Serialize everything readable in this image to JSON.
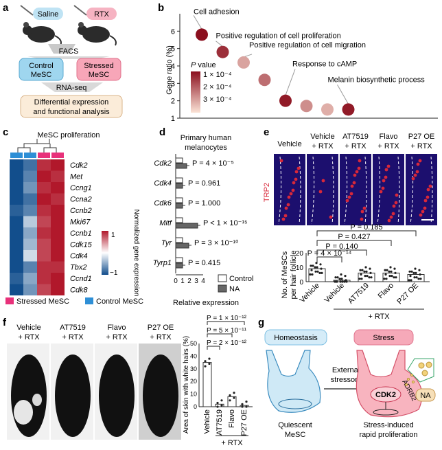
{
  "panels": {
    "a": "a",
    "b": "b",
    "c": "c",
    "d": "d",
    "e": "e",
    "f": "f",
    "g": "g"
  },
  "panel_a": {
    "saline": "Saline",
    "rtx": "RTX",
    "facs": "FACS",
    "control_l1": "Control",
    "control_l2": "MeSC",
    "stressed_l1": "Stressed",
    "stressed_l2": "MeSC",
    "rnaseq": "RNA-seq",
    "analysis_l1": "Differential expression",
    "analysis_l2": "and functional analysis",
    "colors": {
      "saline": "#bfe3f4",
      "rtx": "#f6b3c2",
      "control": "#9fd6ef",
      "stressed": "#f7a6b8",
      "analysis": "#fbecd9"
    }
  },
  "chart_data": [
    {
      "type": "scatter",
      "panel": "b",
      "ylabel": "Gene ratio (%)",
      "ylim": [
        1,
        7
      ],
      "yticks": [
        1,
        2,
        3,
        4,
        5,
        6
      ],
      "points": [
        {
          "x": 1,
          "y": 5.8,
          "p": 0.0,
          "label": "Cell adhesion"
        },
        {
          "x": 2,
          "y": 4.8,
          "p": 0.15,
          "label": "Positive regulation of cell proliferation"
        },
        {
          "x": 3,
          "y": 4.2,
          "p": 0.7,
          "label": "Positive regulation of cell migration"
        },
        {
          "x": 4,
          "y": 3.2,
          "p": 0.45,
          "label": ""
        },
        {
          "x": 5,
          "y": 2.0,
          "p": 0.05,
          "label": "Response to cAMP"
        },
        {
          "x": 6,
          "y": 1.7,
          "p": 0.6,
          "label": ""
        },
        {
          "x": 7,
          "y": 1.5,
          "p": 0.75,
          "label": ""
        },
        {
          "x": 8,
          "y": 1.5,
          "p": 0.05,
          "label": "Melanin biosynthetic process"
        }
      ],
      "legend_title": "P value",
      "legend_labels": [
        "1 × 10⁻⁴",
        "2 × 10⁻⁴",
        "3 × 10⁻⁴"
      ],
      "colors": {
        "low": "#8b0f1e",
        "high": "#fbe3d6"
      }
    },
    {
      "type": "heatmap",
      "panel": "c",
      "title": "MeSC proliferation",
      "rows": [
        "Cdk2",
        "Met",
        "Ccng1",
        "Ccna2",
        "Ccnb2",
        "Mki67",
        "Ccnb1",
        "Cdk15",
        "Cdk4",
        "Tbx2",
        "Ccnd1",
        "Cdk8"
      ],
      "columns": [
        "Control MeSC",
        "Control MeSC",
        "Stressed MeSC",
        "Stressed MeSC"
      ],
      "values": [
        [
          -1.0,
          -0.8,
          0.9,
          1.0
        ],
        [
          -1.0,
          -0.7,
          1.0,
          0.9
        ],
        [
          -1.0,
          -0.6,
          0.9,
          1.0
        ],
        [
          -1.0,
          -0.8,
          1.0,
          0.9
        ],
        [
          -0.9,
          -0.7,
          0.9,
          1.0
        ],
        [
          -1.0,
          -0.3,
          0.8,
          1.0
        ],
        [
          -1.0,
          -0.5,
          0.9,
          1.0
        ],
        [
          -1.0,
          -0.4,
          0.8,
          1.0
        ],
        [
          -1.0,
          -0.2,
          0.8,
          1.0
        ],
        [
          -1.0,
          -0.7,
          0.9,
          0.9
        ],
        [
          -0.9,
          -0.5,
          0.9,
          1.0
        ],
        [
          -1.0,
          -0.6,
          0.8,
          1.0
        ]
      ],
      "scale_label": "Normalized gene expression",
      "scale_ticks": [
        "1",
        "−1"
      ],
      "legend": [
        "Stressed MeSC",
        "Control MeSC"
      ],
      "colors": {
        "stressed": "#e8317a",
        "control": "#2e8fd6"
      }
    },
    {
      "type": "bar",
      "panel": "d",
      "title_l1": "Primary human",
      "title_l2": "melanocytes",
      "categories": [
        "Cdk2",
        "Cdk4",
        "Cdk6",
        "Mitf",
        "Tyr",
        "Tyrp1"
      ],
      "pvalues": [
        "P = 4 × 10⁻⁵",
        "P = 0.961",
        "P = 1.000",
        "P < 1 × 10⁻¹⁵",
        "P = 3 × 10⁻¹⁰",
        "P = 0.415"
      ],
      "series": [
        {
          "name": "Control",
          "values": [
            1,
            1,
            1,
            1,
            1,
            1
          ]
        },
        {
          "name": "NA",
          "values": [
            1.6,
            1.0,
            1.0,
            3.2,
            1.9,
            1.0
          ]
        }
      ],
      "xlabel": "Relative expression",
      "xlim": [
        0,
        4
      ],
      "xticks": [
        "0",
        "1",
        "2",
        "3",
        "4"
      ]
    },
    {
      "type": "scatter",
      "panel": "e",
      "ylabel_l1": "No. of MeSCs",
      "ylabel_l2": "per hair follicle",
      "categories": [
        "Vehicle",
        "Vehicle",
        "AT7519",
        "Flavo",
        "P27 OE"
      ],
      "means": [
        9,
        1,
        6,
        6,
        5
      ],
      "ylim": [
        0,
        20
      ],
      "yticks": [
        "0",
        "10",
        "20"
      ],
      "group_label": "+ RTX",
      "comparisons": [
        "P = 0.185",
        "P = 0.427",
        "P = 0.140",
        "P = 4 × 10⁻¹⁴"
      ]
    },
    {
      "type": "bar",
      "panel": "f",
      "ylabel": "Area of skin with white hairs (%)",
      "categories": [
        "Vehicle",
        "AT7519",
        "Flavo",
        "P27 OE"
      ],
      "values": [
        35,
        2,
        8,
        1
      ],
      "ylim": [
        0,
        50
      ],
      "yticks": [
        "0",
        "10",
        "20",
        "30",
        "40",
        "50"
      ],
      "group_label": "+ RTX",
      "comparisons": [
        "P = 1 × 10⁻¹²",
        "P = 5 × 10⁻¹¹",
        "P = 2 × 10⁻¹²"
      ]
    }
  ],
  "panel_e": {
    "headers": [
      {
        "l1": "Vehicle",
        "l2": ""
      },
      {
        "l1": "Vehicle",
        "l2": "+ RTX"
      },
      {
        "l1": "AT7519",
        "l2": "+ RTX"
      },
      {
        "l1": "Flavo",
        "l2": "+ RTX"
      },
      {
        "l1": "P27 OE",
        "l2": "+ RTX"
      }
    ],
    "stain_label": "TRP2",
    "stain_color": "#d8283a"
  },
  "panel_f": {
    "photos": [
      {
        "l1": "Vehicle",
        "l2": "+ RTX"
      },
      {
        "l1": "AT7519",
        "l2": "+ RTX"
      },
      {
        "l1": "Flavo",
        "l2": "+ RTX"
      },
      {
        "l1": "P27 OE",
        "l2": "+ RTX"
      }
    ]
  },
  "panel_g": {
    "homeostasis": "Homeostasis",
    "stress": "Stress",
    "external_l1": "External",
    "external_l2": "stressors",
    "quiescent_l1": "Quiescent",
    "quiescent_l2": "MeSC",
    "cdk2": "CDK2",
    "adrb2": "ADRB2",
    "na": "NA",
    "outcome_l1": "Stress-induced",
    "outcome_l2": "rapid proliferation",
    "colors": {
      "quiescent": "#cfe9f6",
      "stress_cell": "#f8b4bf",
      "header_stress": "#f6a9b9",
      "header_home": "#d5ecf8",
      "na": "#f6dfb8",
      "green": "#3aa66b"
    }
  }
}
